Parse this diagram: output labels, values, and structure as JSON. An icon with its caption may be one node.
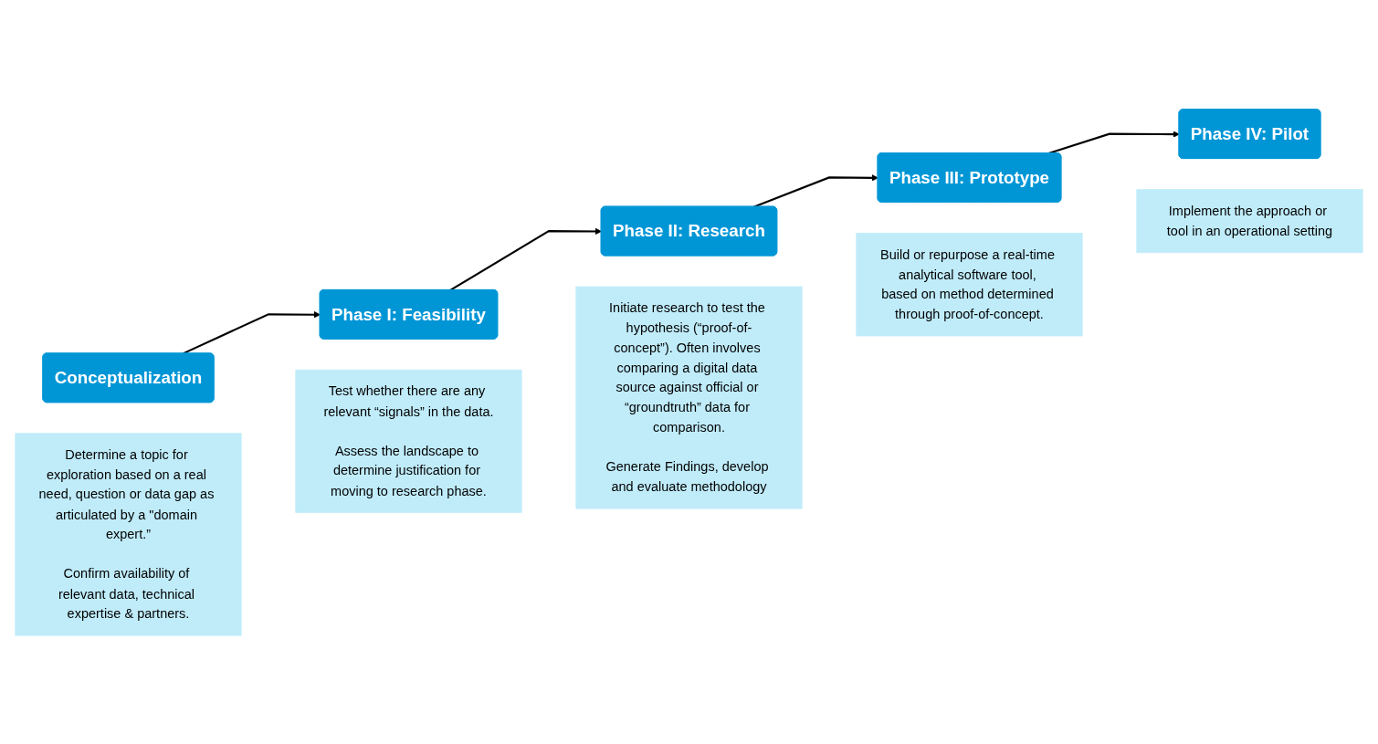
{
  "diagram": {
    "nodes": [
      {
        "text": [
          "Conceptualization"
        ]
      },
      {
        "text": [
          "Phase I: Feasibility"
        ]
      },
      {
        "text": [
          "Phase II: Research"
        ]
      },
      {
        "text": [
          "Phase III: Prototype"
        ]
      },
      {
        "text": [
          "Phase IV: Pilot"
        ]
      },
      {
        "text": [
          "Determine a topic for exploration based on a real need, question or data gap as articulated by a \"domain expert.”",
          "Confirm availability of relevant data, technical expertise & partners."
        ]
      },
      {
        "text": [
          "Test whether there are any relevant “signals” in the data.",
          "Assess the landscape to determine justification for moving to research phase."
        ]
      },
      {
        "text": [
          "Initiate research to test the hypothesis (“proof-of-concept”). Often involves comparing a digital data source against official or “groundtruth” data for comparison.",
          "Generate Findings, develop and evaluate methodology"
        ]
      },
      {
        "text": [
          "Build or repurpose a real-time analytical software tool, based on method determined through proof-of-concept."
        ]
      },
      {
        "text": [
          "Implement the approach or tool in an operational setting"
        ]
      }
    ],
    "edges": [
      {
        "from": 0,
        "to": 1,
        "arrow": "to"
      },
      {
        "from": 1,
        "to": 2,
        "arrow": "to"
      },
      {
        "from": 2,
        "to": 3,
        "arrow": "to"
      },
      {
        "from": 3,
        "to": 4,
        "arrow": "to"
      }
    ]
  }
}
